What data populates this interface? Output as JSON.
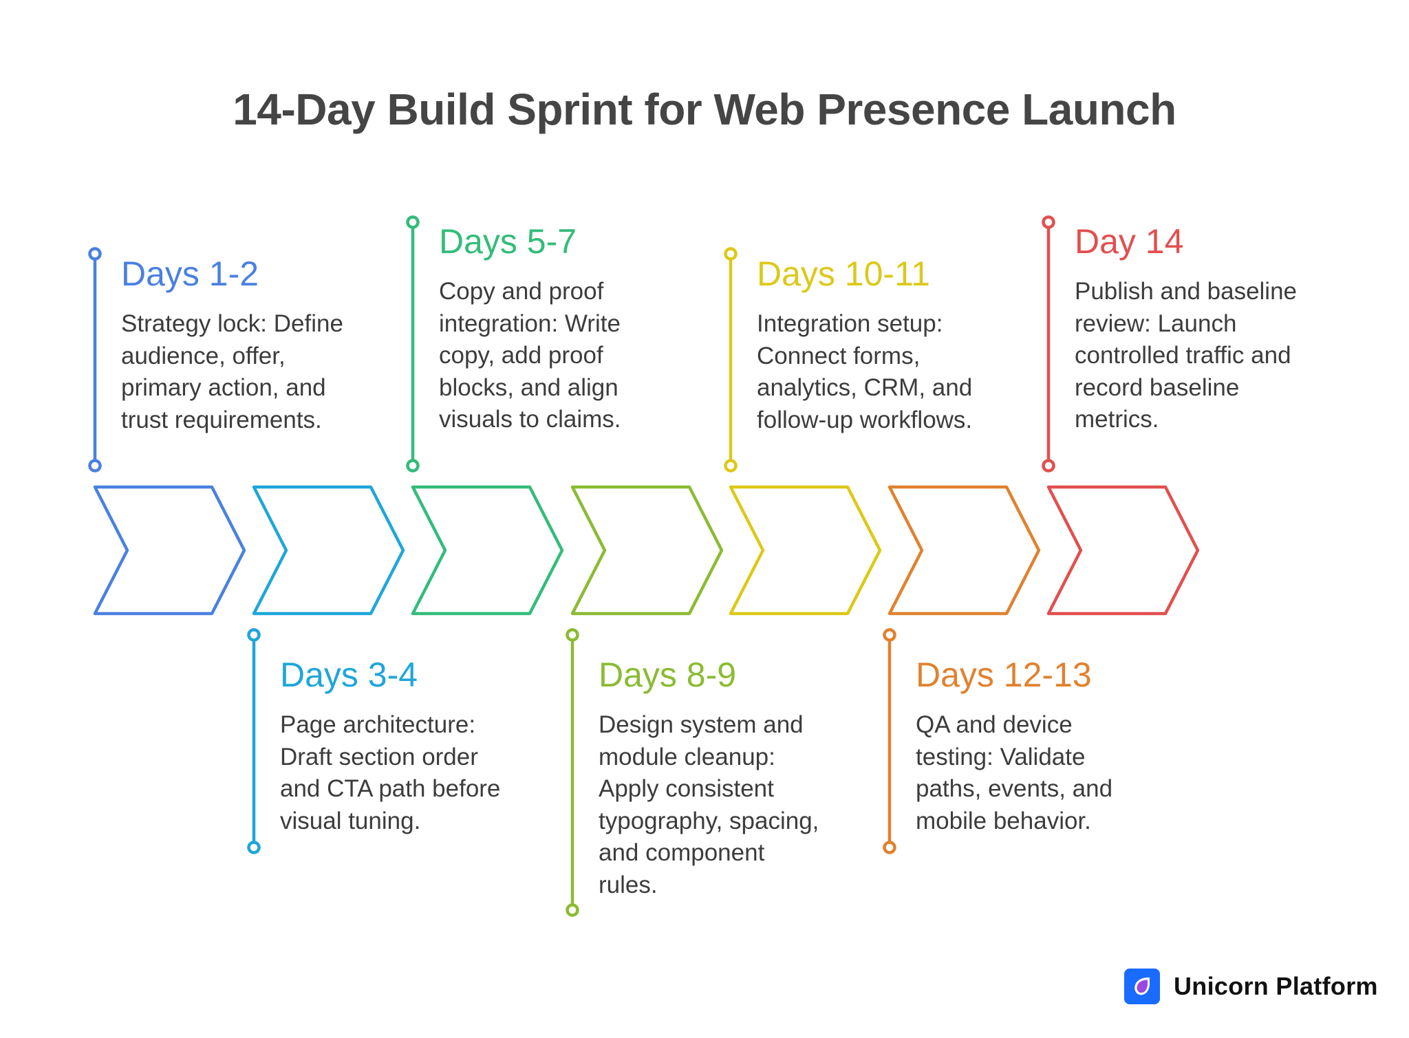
{
  "title": "14-Day Build Sprint for Web Presence Launch",
  "colors": {
    "blue": "#4A80E0",
    "cyan": "#1FA6D9",
    "green": "#33BC7A",
    "lime": "#8BBB33",
    "yellow": "#DCC918",
    "orange": "#E0822E",
    "red": "#E24F4F",
    "text": "#3c3c3c",
    "title": "#454545",
    "brand": "#1A6BFF"
  },
  "steps": [
    {
      "label": "Days 1-2",
      "position": "top",
      "color": "#4A80E0",
      "lines": [
        "Strategy lock: Define",
        "audience, offer,",
        "primary action, and",
        "trust requirements."
      ],
      "description": "Strategy lock: Define audience, offer, primary action, and trust requirements."
    },
    {
      "label": "Days 3-4",
      "position": "bottom",
      "color": "#1FA6D9",
      "lines": [
        "Page architecture:",
        "Draft section order",
        "and CTA path before",
        "visual tuning."
      ],
      "description": "Page architecture: Draft section order and CTA path before visual tuning."
    },
    {
      "label": "Days 5-7",
      "position": "top",
      "color": "#33BC7A",
      "lines": [
        "Copy and proof",
        "integration: Write",
        "copy, add proof",
        "blocks, and align",
        "visuals to claims."
      ],
      "description": "Copy and proof integration: Write copy, add proof blocks, and align visuals to claims."
    },
    {
      "label": "Days 8-9",
      "position": "bottom",
      "color": "#8BBB33",
      "lines": [
        "Design system and",
        "module cleanup:",
        "Apply consistent",
        "typography, spacing,",
        "and component",
        "rules."
      ],
      "description": "Design system and module cleanup: Apply consistent typography, spacing, and component rules."
    },
    {
      "label": "Days 10-11",
      "position": "top",
      "color": "#DCC918",
      "lines": [
        "Integration setup:",
        "Connect forms,",
        "analytics, CRM, and",
        "follow-up workflows."
      ],
      "description": "Integration setup: Connect forms, analytics, CRM, and follow-up workflows."
    },
    {
      "label": "Days 12-13",
      "position": "bottom",
      "color": "#E0822E",
      "lines": [
        "QA and device",
        "testing: Validate",
        "paths, events, and",
        "mobile behavior."
      ],
      "description": "QA and device testing: Validate paths, events, and mobile behavior."
    },
    {
      "label": "Day 14",
      "position": "top",
      "color": "#E24F4F",
      "lines": [
        "Publish and baseline",
        "review: Launch",
        "controlled traffic and",
        "record baseline",
        "metrics."
      ],
      "description": "Publish and baseline review: Launch controlled traffic and record baseline metrics."
    }
  ],
  "brand": {
    "name": "Unicorn Platform",
    "icon": "unicorn-drop-logo-icon"
  }
}
